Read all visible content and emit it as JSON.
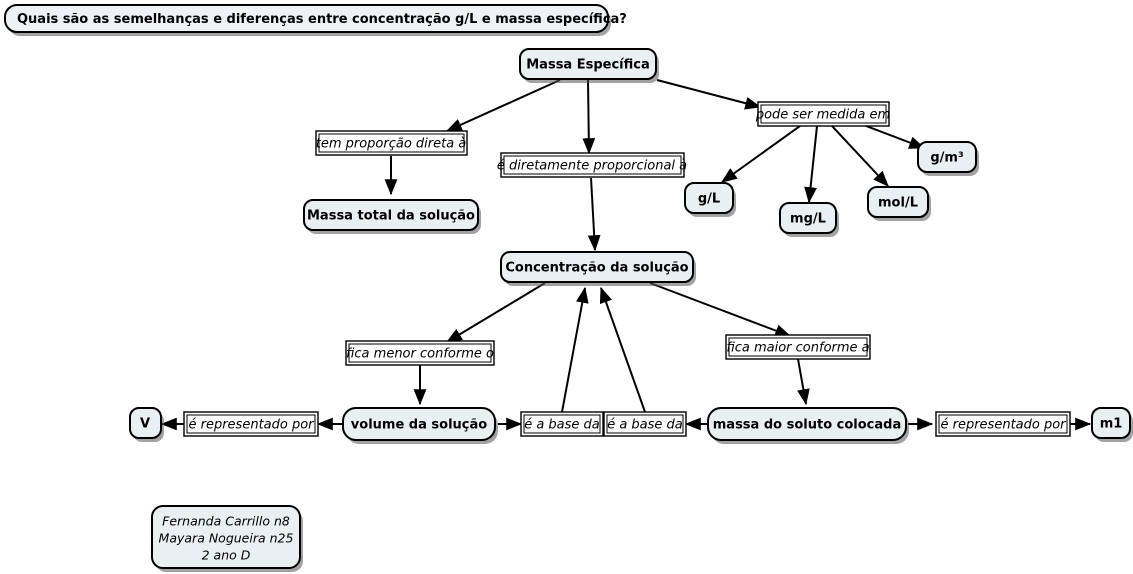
{
  "document": {
    "kind": "concept-map",
    "background_color": "#ffffff",
    "node_fill_color": "#e9f0f2",
    "node_border_color": "#000000",
    "link_label_fill_color": "#ffffff"
  },
  "title": {
    "text": "Quais são as semelhanças e diferenças entre concentração g/L e massa específica?"
  },
  "nodes": [
    {
      "id": "massa-especifica",
      "label": "Massa Específica"
    },
    {
      "id": "massa-total",
      "label": "Massa total da solução"
    },
    {
      "id": "concentracao",
      "label": "Concentração da solução"
    },
    {
      "id": "g-l",
      "label": "g/L"
    },
    {
      "id": "mg-l",
      "label": "mg/L"
    },
    {
      "id": "mol-l",
      "label": "mol/L"
    },
    {
      "id": "g-m3",
      "label": "g/m³"
    },
    {
      "id": "volume",
      "label": "volume da solução"
    },
    {
      "id": "massa-soluto",
      "label": "massa do soluto colocada"
    },
    {
      "id": "v",
      "label": "V"
    },
    {
      "id": "m1",
      "label": "m1"
    }
  ],
  "link_labels": [
    {
      "id": "tem-proporcao",
      "text": "tem proporção direta à"
    },
    {
      "id": "e-diretamente",
      "text": "é diretamente proporcional à"
    },
    {
      "id": "pode-ser-medida",
      "text": "pode ser medida em"
    },
    {
      "id": "fica-menor",
      "text": "fica menor conforme o"
    },
    {
      "id": "fica-maior",
      "text": "fica maior conforme a"
    },
    {
      "id": "e-a-base-da-1",
      "text": "é a base da"
    },
    {
      "id": "e-a-base-da-2",
      "text": "é a base da"
    },
    {
      "id": "e-representado-por-1",
      "text": "é representado por"
    },
    {
      "id": "e-representado-por-2",
      "text": "é representado por"
    }
  ],
  "credits": {
    "line1": "Fernanda Carrillo n8",
    "line2": "Mayara Nogueira n25",
    "line3": "2 ano D"
  }
}
